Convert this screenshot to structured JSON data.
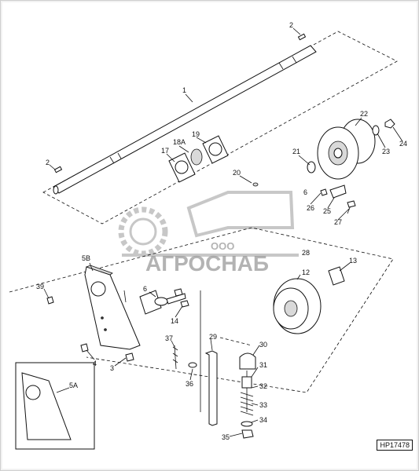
{
  "figure_ref": "HP17478",
  "watermark": {
    "line1": "ООО",
    "line2": "АГРОСНАБ"
  },
  "callouts": [
    "1",
    "2",
    "2",
    "17",
    "18A",
    "19",
    "22",
    "21",
    "23",
    "24",
    "20",
    "6",
    "26",
    "25",
    "27",
    "5B",
    "28",
    "13",
    "12",
    "39",
    "6",
    "14",
    "37",
    "29",
    "30",
    "36",
    "31",
    "4",
    "3",
    "32",
    "33",
    "34",
    "35",
    "5A"
  ]
}
